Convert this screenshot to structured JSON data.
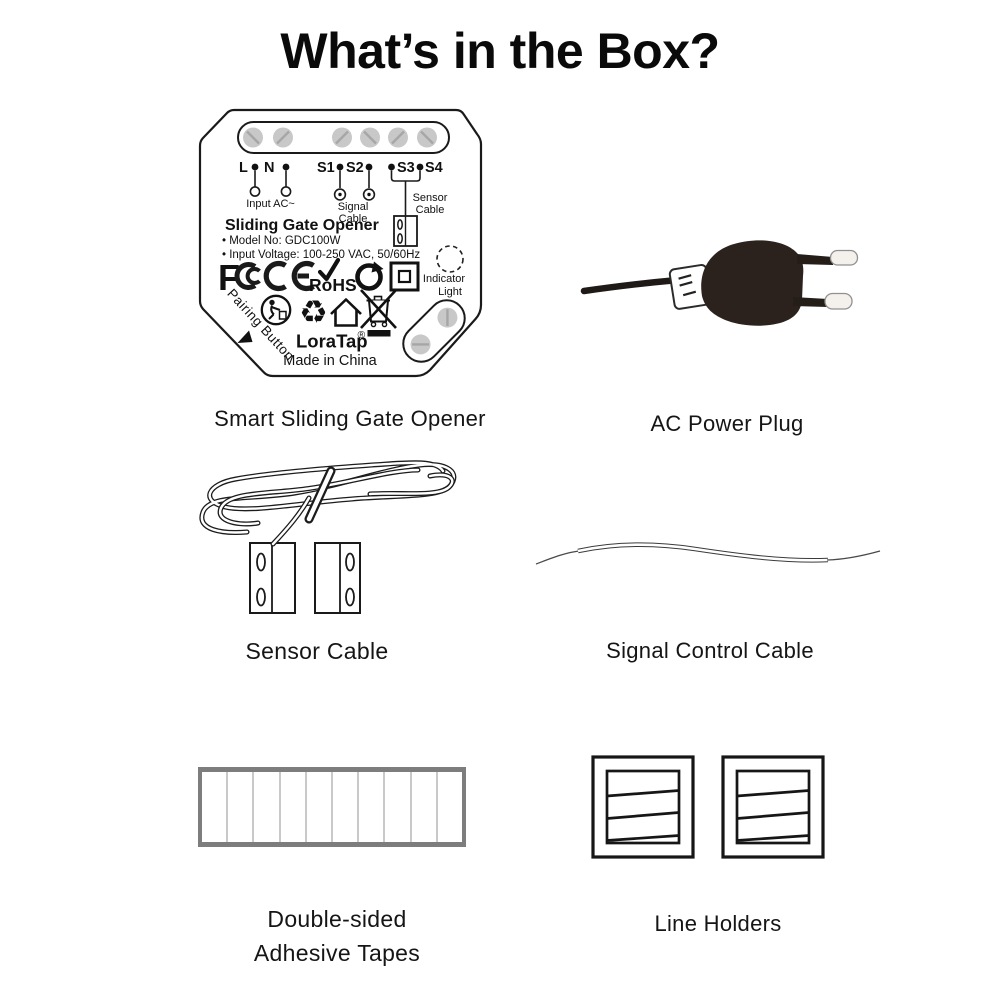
{
  "title": "What’s in the Box?",
  "colors": {
    "outline": "#1a1a1a",
    "screw_fill": "#c8c8c8",
    "plug_body": "#2b211d",
    "prong_tip": "#f4f1ec",
    "tape_border": "#7d7d7d",
    "tape_divider": "#c9c9c9"
  },
  "gate_opener": {
    "caption": "Smart Sliding Gate Opener",
    "terminals": {
      "l": "L",
      "n": "N",
      "s1": "S1",
      "s2": "S2",
      "s3": "S3",
      "s4": "S4"
    },
    "labels": {
      "input_ac": "Input AC~",
      "signal_line1": "Signal",
      "signal_line2": "Cable",
      "sensor_line1": "Sensor",
      "sensor_line2": "Cable",
      "product_name": "Sliding Gate Opener",
      "model_no": "• Model No: GDC100W",
      "input_voltage": "• Input Voltage: 100-250 VAC, 50/60Hz",
      "fcc_letter": "F",
      "rohs": "RoHS",
      "recycle_symbol": "♻",
      "indicator_line1": "Indicator",
      "indicator_line2": "Light",
      "pairing_button": "Pairing Button",
      "brand": "LoraTap",
      "registered": "®",
      "made_in": "Made in China"
    }
  },
  "ac_plug": {
    "caption": "AC Power Plug"
  },
  "sensor_cable": {
    "caption": "Sensor Cable"
  },
  "signal_cable": {
    "caption": "Signal Control Cable"
  },
  "adhesive_tapes": {
    "caption_line1": "Double-sided",
    "caption_line2": "Adhesive Tapes"
  },
  "line_holders": {
    "caption": "Line Holders"
  }
}
